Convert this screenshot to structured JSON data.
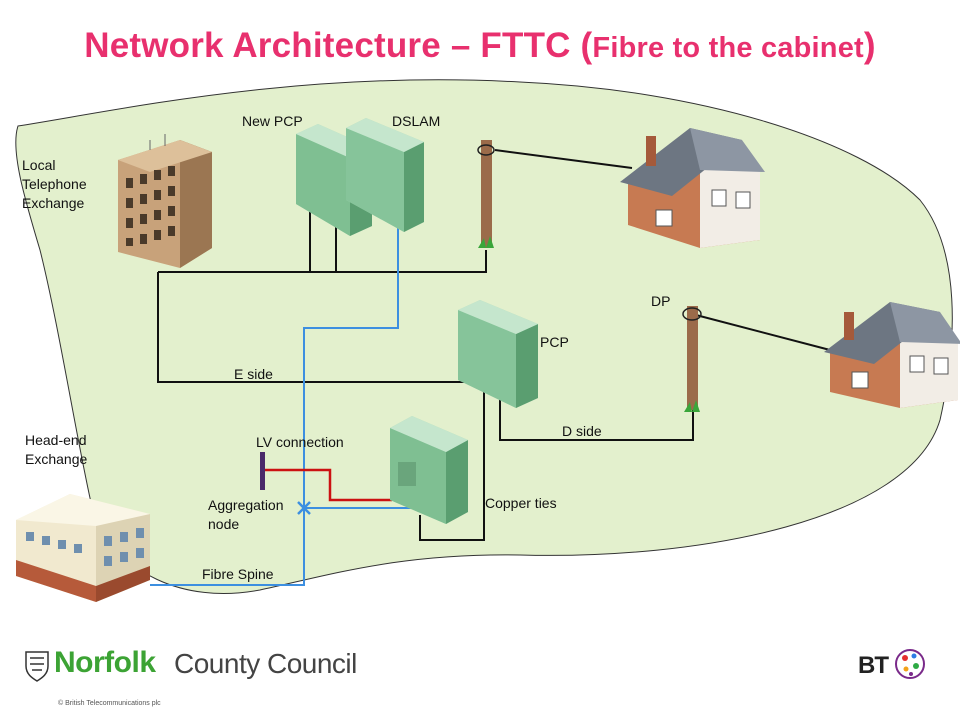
{
  "title": {
    "main": "Network Architecture – FTTC (",
    "sub": "Fibre to the cabinet",
    "close": ")"
  },
  "labels": {
    "exchange": "Local\nTelephone\nExchange",
    "new_pcp": "New PCP",
    "dslam": "DSLAM",
    "dp": "DP",
    "pcp": "PCP",
    "e_side": "E side",
    "d_side": "D side",
    "lv_connection": "LV connection",
    "head_end": "Head-end\nExchange",
    "aggregation": "Aggregation\nnode",
    "copper_ties": "Copper ties",
    "fibre_spine": "Fibre Spine"
  },
  "colors": {
    "title": "#e8306e",
    "area": "#e3f0cd",
    "fibre": "#3d8fe0",
    "copper": "#111111",
    "lv": "#cc1111",
    "norfolk_green": "#3ca334"
  },
  "footer": {
    "norfolk": "Norfolk",
    "county_council": "County Council",
    "copyright": "© British Telecommunications plc",
    "bt": "BT"
  },
  "icons": [
    "exchange-building-icon",
    "cabinet-icon",
    "telegraph-pole-icon",
    "house-icon",
    "head-end-building-icon",
    "crest-icon",
    "bt-globe-icon"
  ]
}
